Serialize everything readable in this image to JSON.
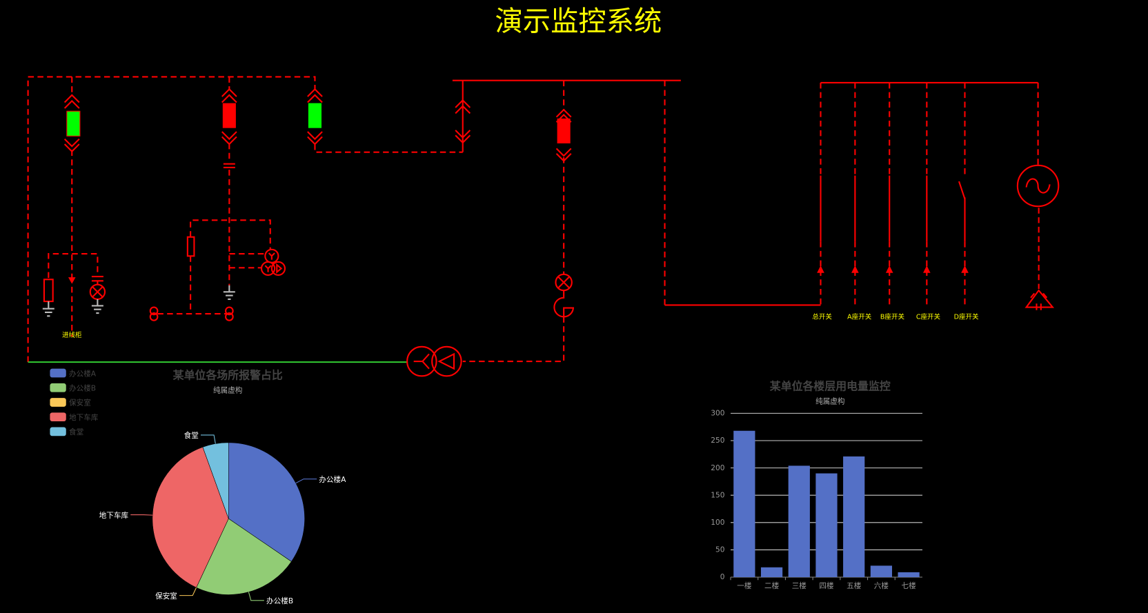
{
  "title": "演示监控系统",
  "diagram": {
    "incoming_cabinet_label": "进线柜",
    "switch_labels": [
      "总开关",
      "A座开关",
      "B座开关",
      "C座开关",
      "D座开关"
    ],
    "breaker_states": [
      {
        "name": "breaker-1",
        "color": "#00ff00"
      },
      {
        "name": "breaker-2",
        "color": "#ff0000"
      },
      {
        "name": "breaker-3",
        "color": "#00ff00"
      },
      {
        "name": "breaker-4",
        "color": "#ff0000"
      }
    ]
  },
  "chart_data": [
    {
      "type": "pie",
      "title": "某单位各场所报警占比",
      "subtitle": "纯属虚构",
      "legend_position": "top-left",
      "categories": [
        "办公楼A",
        "办公楼B",
        "保安室",
        "地下车库",
        "食堂"
      ],
      "values": [
        345,
        224,
        0,
        375,
        55
      ],
      "colors": [
        "#5470c6",
        "#91cc75",
        "#fac858",
        "#ee6666",
        "#73c0de"
      ]
    },
    {
      "type": "bar",
      "title": "某单位各楼层用电量监控",
      "subtitle": "纯属虚构",
      "categories": [
        "一楼",
        "二楼",
        "三楼",
        "四楼",
        "五楼",
        "六楼",
        "七楼"
      ],
      "values": [
        268,
        18,
        204,
        190,
        221,
        21,
        9
      ],
      "yticks": [
        0,
        50,
        100,
        150,
        200,
        250,
        300
      ],
      "ylim": [
        0,
        300
      ],
      "color": "#5470c6"
    }
  ]
}
